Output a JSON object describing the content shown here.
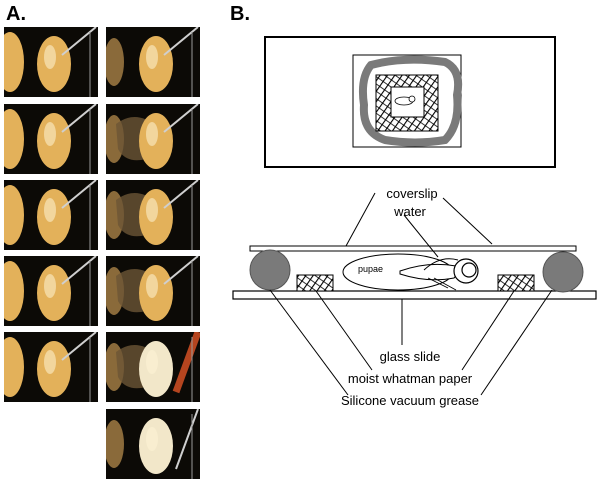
{
  "panel_a": {
    "label": "A.",
    "photos": [
      {
        "col": 0,
        "row": 0,
        "stage": "needle-approach"
      },
      {
        "col": 0,
        "row": 1,
        "stage": "needle-touch"
      },
      {
        "col": 0,
        "row": 2,
        "stage": "cap-lift"
      },
      {
        "col": 0,
        "row": 3,
        "stage": "cap-removed"
      },
      {
        "col": 0,
        "row": 4,
        "stage": "case-open"
      },
      {
        "col": 1,
        "row": 0,
        "stage": "case-tear"
      },
      {
        "col": 1,
        "row": 1,
        "stage": "debris"
      },
      {
        "col": 1,
        "row": 2,
        "stage": "peel"
      },
      {
        "col": 1,
        "row": 3,
        "stage": "peel-more"
      },
      {
        "col": 1,
        "row": 4,
        "stage": "exposed-pupa"
      },
      {
        "col": 1,
        "row": 5,
        "stage": "pupa-free"
      }
    ]
  },
  "panel_b": {
    "label": "B.",
    "labels": {
      "coverslip": "coverslip",
      "water": "water",
      "pupae": "pupae",
      "glass_slide": "glass slide",
      "moist_paper": "moist whatman paper",
      "grease": "Silicone vacuum grease"
    }
  },
  "colors": {
    "grease": "#7a7a7a",
    "pupa_amber": "#e3b15a",
    "photo_bg": "#0c0a06",
    "needle": "#cfcfcf"
  }
}
